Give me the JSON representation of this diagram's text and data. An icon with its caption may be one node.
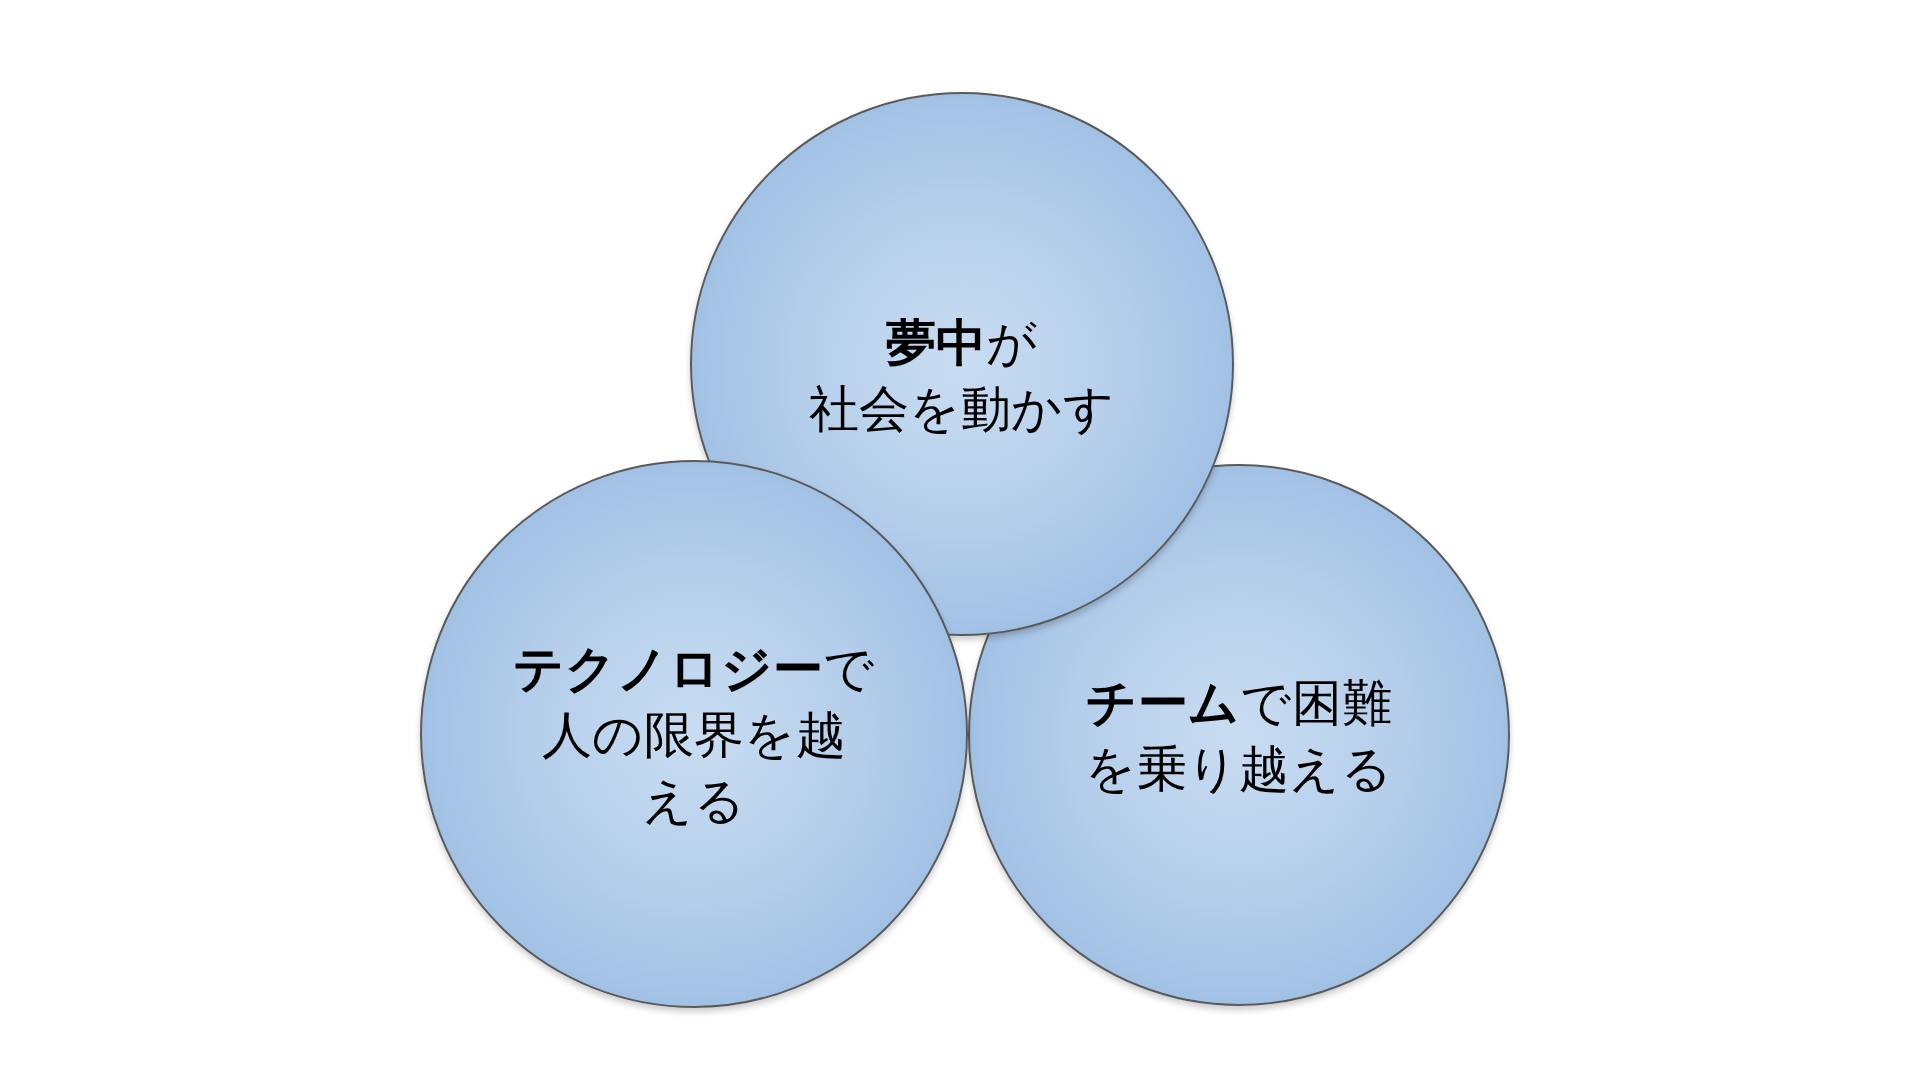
{
  "diagram": {
    "nodes": [
      {
        "text": [
          "**夢中**が社会を動かす"
        ]
      },
      {
        "text": [
          "**テクノロジー**で人の限界を越える"
        ]
      },
      {
        "text": [
          "**チーム**で困難を乗り越える"
        ]
      }
    ]
  }
}
